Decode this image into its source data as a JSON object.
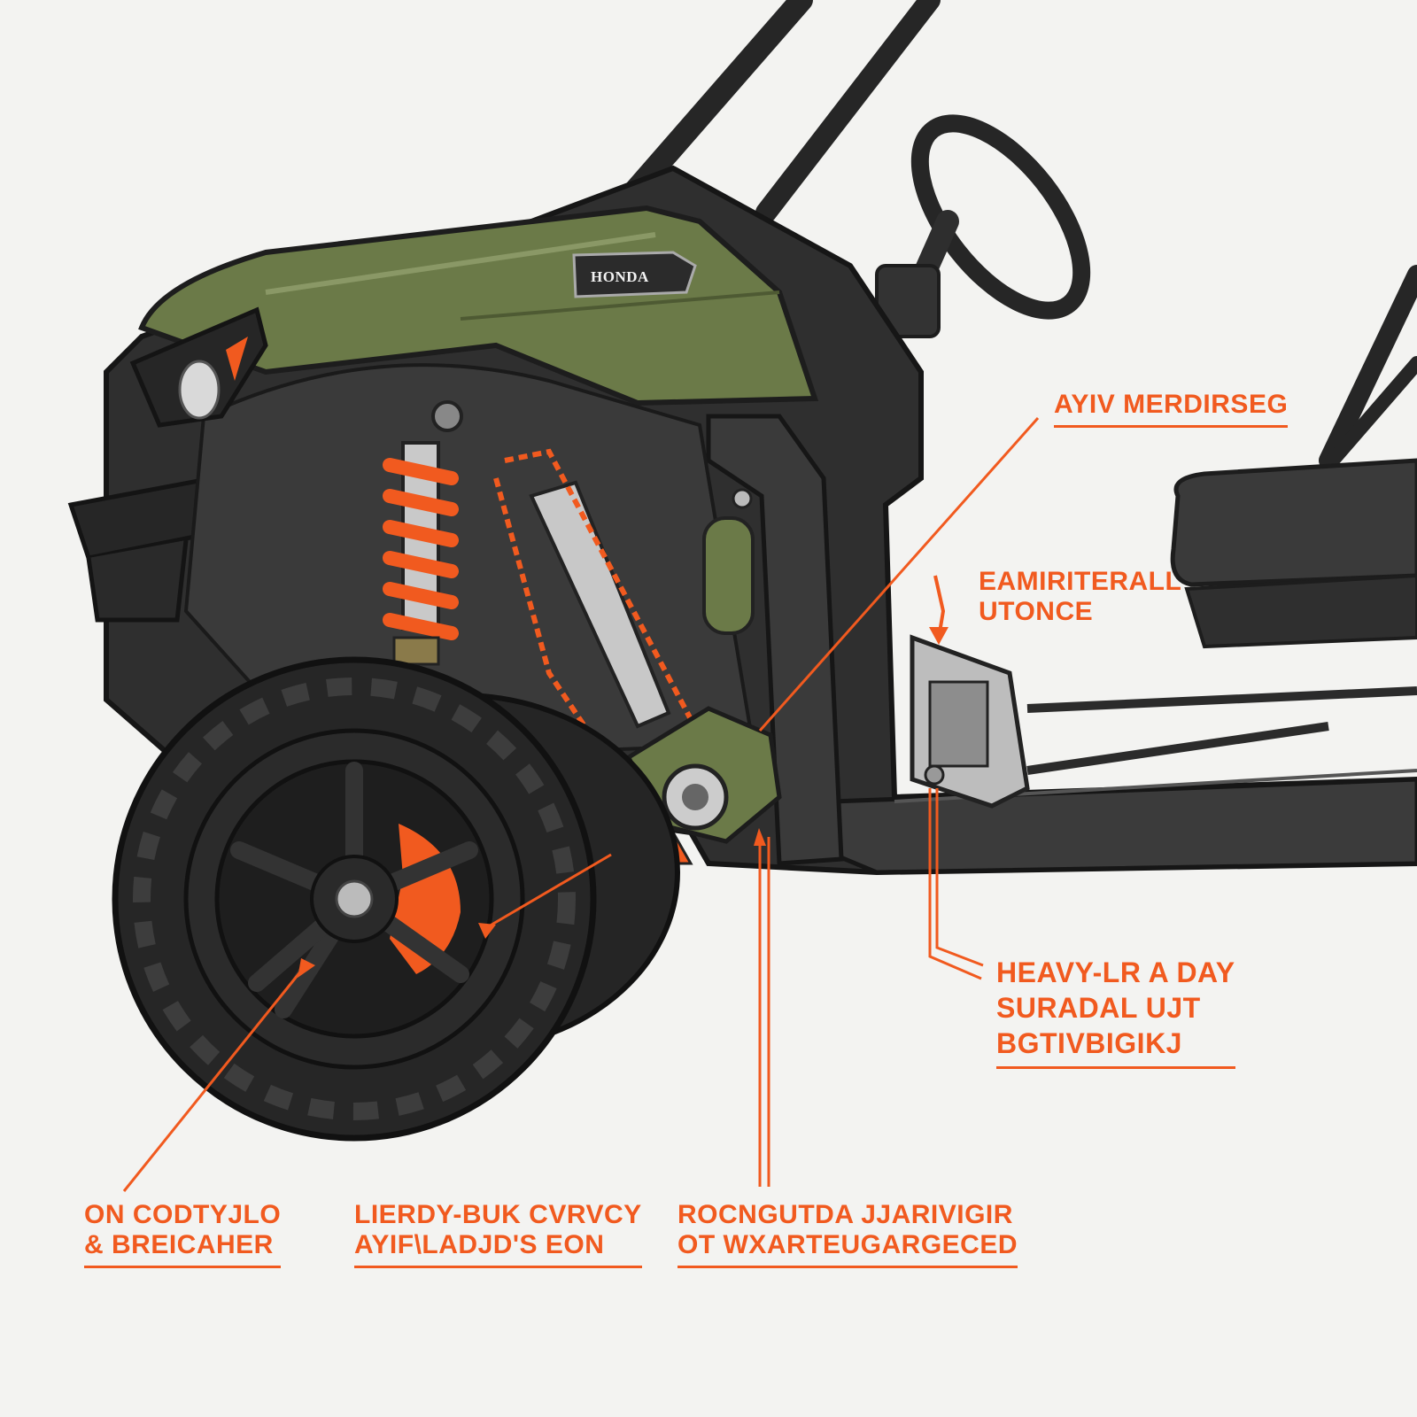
{
  "brand": {
    "badge_text": "HONDA"
  },
  "colors": {
    "accent": "#f15a1f",
    "body_green": "#6b7a48",
    "frame_dark": "#2b2b2b",
    "tire": "#252525",
    "background": "#f3f3f1"
  },
  "callouts": {
    "top_right": {
      "line1": "AYIV MERDIRSEG"
    },
    "mid_right": {
      "line1": "EAMIRITERALL",
      "line2": "UTONCE"
    },
    "right_lower": {
      "line1": "HEAVY-LR A DAY",
      "line2": "SURADAL UJT",
      "line3": "BGTIVBIGIKJ"
    },
    "bottom_left": {
      "line1": "ON CODTYJLO",
      "line2": "& BREICAHER"
    },
    "bottom_center": {
      "line1": "LIERDY-BUK CVRVCY",
      "line2": "AYIF\\LADJD'S EON"
    },
    "bottom_right": {
      "line1": "ROCNGUTDA JJARIVIGIR",
      "line2": "OT WXARTEUGARGECED"
    }
  }
}
